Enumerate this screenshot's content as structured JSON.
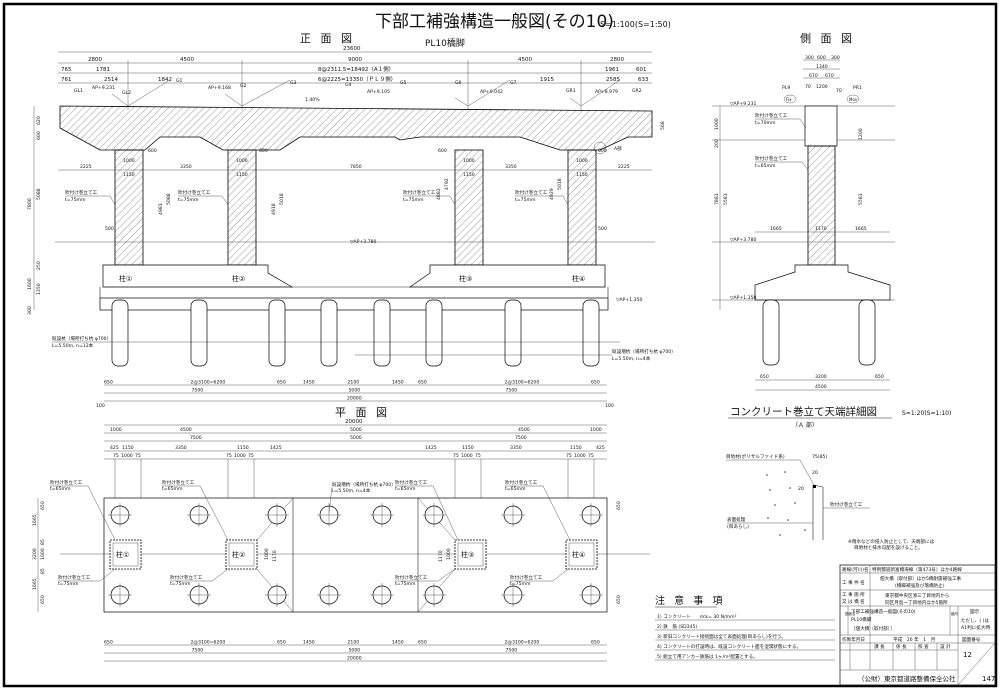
{
  "title": "下部工補強構造一般図(その10)",
  "scale": "S=1:100(S=1:50)",
  "elevation": {
    "heading": "正 面 図",
    "subtitle": "PL10橋脚",
    "dim_total": "23600",
    "dim_row1": [
      "2800",
      "4500",
      "9000",
      "4500",
      "2800"
    ],
    "dim_row2": [
      "765",
      "1781",
      "8@2311.5=18492（A１側）",
      "1961",
      "601"
    ],
    "dim_row3": [
      "761",
      "2514",
      "1842",
      "6@2225=13350（ＰＬ９側）",
      "1915",
      "2585",
      "633"
    ],
    "girders": [
      "GL1",
      "GL2",
      "G1",
      "G2",
      "G3",
      "G4",
      "G5",
      "G6",
      "G7",
      "GR1",
      "GR2"
    ],
    "ap_levels": [
      "AP+9.231",
      "AP+9.168",
      "AP+9.105",
      "AP+9.042",
      "AP+8.979"
    ],
    "slope": "1.40%",
    "haunch_dims": [
      "1200",
      "600",
      "600",
      "7850",
      "3350",
      "2225",
      "1150",
      "1000",
      "75",
      "500",
      "4981",
      "5088",
      "4918",
      "5018",
      "4882",
      "4792",
      "4929",
      "5018"
    ],
    "side_dims": [
      "620",
      "600",
      "7800",
      "5088",
      "1350",
      "250",
      "1600",
      "300",
      "568"
    ],
    "wrap_label": "吹付け巻立て工",
    "t75": "t=75mm",
    "columns": [
      "柱①",
      "柱②",
      "柱③",
      "柱④"
    ],
    "ground_level": "▽AP+3.780",
    "pile_level": "▽AP+1.350",
    "pile_note_left": [
      "既設杭（場所打ち杭 φ700）",
      "L=5.50m, n=12本"
    ],
    "pile_note_right": [
      "既設増杭（場所打ち杭 φ700）",
      "L=5.50m, n=4本"
    ],
    "detail_mark": "A部",
    "bottom_dims": [
      "650",
      "2@3100=6200",
      "650",
      "1450",
      "2100",
      "1450",
      "650",
      "2@3100=6200",
      "650"
    ],
    "bottom_dims2": [
      "7500",
      "5000",
      "7500"
    ],
    "bottom_total": "20000",
    "edge": [
      "100",
      "100"
    ]
  },
  "side": {
    "heading": "側 面 図",
    "dims_top": [
      "300",
      "600",
      "300",
      "1340",
      "670",
      "670",
      "70",
      "1200",
      "70"
    ],
    "pl9": "PL9",
    "pr1": "PR1",
    "fix": "Fix",
    "mov": "Mov",
    "ap": "▽AP+9.231",
    "t70": "t=70mm",
    "t65": "t=65mm",
    "wrap_label": "吹付け巻立て工",
    "ground": "▽AP+3.780",
    "pile": "▽AP+1.350",
    "dims_v": [
      "1000",
      "200",
      "7881",
      "5581",
      "1200",
      "300"
    ],
    "dims_mid": [
      "1665",
      "1170",
      "1665"
    ],
    "dims_bot": [
      "650",
      "3200",
      "650",
      "4500"
    ]
  },
  "plan": {
    "heading": "平 面 図",
    "dim_total": "20000",
    "dim_row1": [
      "1000",
      "4500",
      "5000",
      "4500",
      "1000"
    ],
    "dim_row2": [
      "7500",
      "5000",
      "7500"
    ],
    "dim_row3": [
      "425",
      "1150",
      "3350",
      "1150",
      "1425",
      "1425",
      "1150",
      "3350",
      "1150",
      "425"
    ],
    "dim_row4": [
      "75",
      "1000",
      "75"
    ],
    "wrap_label": "吹付け巻立て工",
    "t65": "t=65mm",
    "t75": "t=75mm",
    "pile_note": [
      "既設増杭（場所打ち杭 φ700）",
      "L=5.50m, n=4本"
    ],
    "left_dims": [
      "1665",
      "650",
      "3200",
      "1000",
      "85",
      "85",
      "650",
      "1665"
    ],
    "col_dims": [
      "1000",
      "1170"
    ],
    "columns": [
      "柱①",
      "柱②",
      "柱③",
      "柱④"
    ],
    "bottom_dims": [
      "650",
      "2@3100=6200",
      "650",
      "1450",
      "2100",
      "1450",
      "650",
      "2@3100=6200",
      "650"
    ],
    "bottom_dims2": [
      "7500",
      "5000",
      "7500"
    ],
    "bottom_total": "20000"
  },
  "detail": {
    "heading": "コンクリート巻立て天端詳細図",
    "scale": "S=1:20(S=1:10)",
    "sub": "（Ａ 部）",
    "joint": "目地材(ポリサルファイド系)",
    "dim1": "75(85)",
    "dim2": "20",
    "dim3": "20",
    "wrap": "吹付け巻立て工",
    "surface": [
      "表面処理",
      "(目あらし)"
    ],
    "note": [
      "※雨水などの侵入防止として、天端部には",
      "目地材と排水勾配を設けること。"
    ]
  },
  "notes": {
    "heading": "注 意 事 項",
    "items": [
      "1) コンクリート　　σck= 30 N/mm²",
      "2) 鉄　筋 (SD345)",
      "3) 新旧コンクリート接続面は全て表面処理(目あらし)を行う。",
      "4) コンクリートの打設時は、既設コンクリート面を湿潤状態にする。",
      "5) 組立て用アンカー鉄筋は 1ヶ/m²配置とする。"
    ]
  },
  "title_block": {
    "route_label": "路線(河川)名",
    "route": "特例都道新富橋海線（第473号）ほか4路線",
    "work_label": "工 事 件 名",
    "work": [
      "佃大橋（取付部）ほか5橋耐震補強工事",
      "(橋脚補強及び落橋防止)"
    ],
    "place_label": [
      "工 事 箇 所",
      "又 は 橋 名"
    ],
    "place": [
      "東京都中央区湊三丁目地内から",
      "同区月島一丁目地内ほか5箇所"
    ],
    "drawing_label": "図面名",
    "drawing": [
      "下部工補強構造一般図(その10)",
      "PL10橋脚",
      "［佃大橋（取付部）］"
    ],
    "scale_label": "縮尺",
    "scale": [
      "図示",
      "ただし、( )は",
      "A1判に拡大時"
    ],
    "date_label": "作製年月日",
    "date": "平成　26 年　1　月",
    "no_label": "図面番号",
    "roles": [
      "課 長",
      "係 長",
      "照 査",
      "設 計"
    ],
    "sheet": "12",
    "total": "147",
    "company": "（公財）東京都道路整備保全公社"
  }
}
